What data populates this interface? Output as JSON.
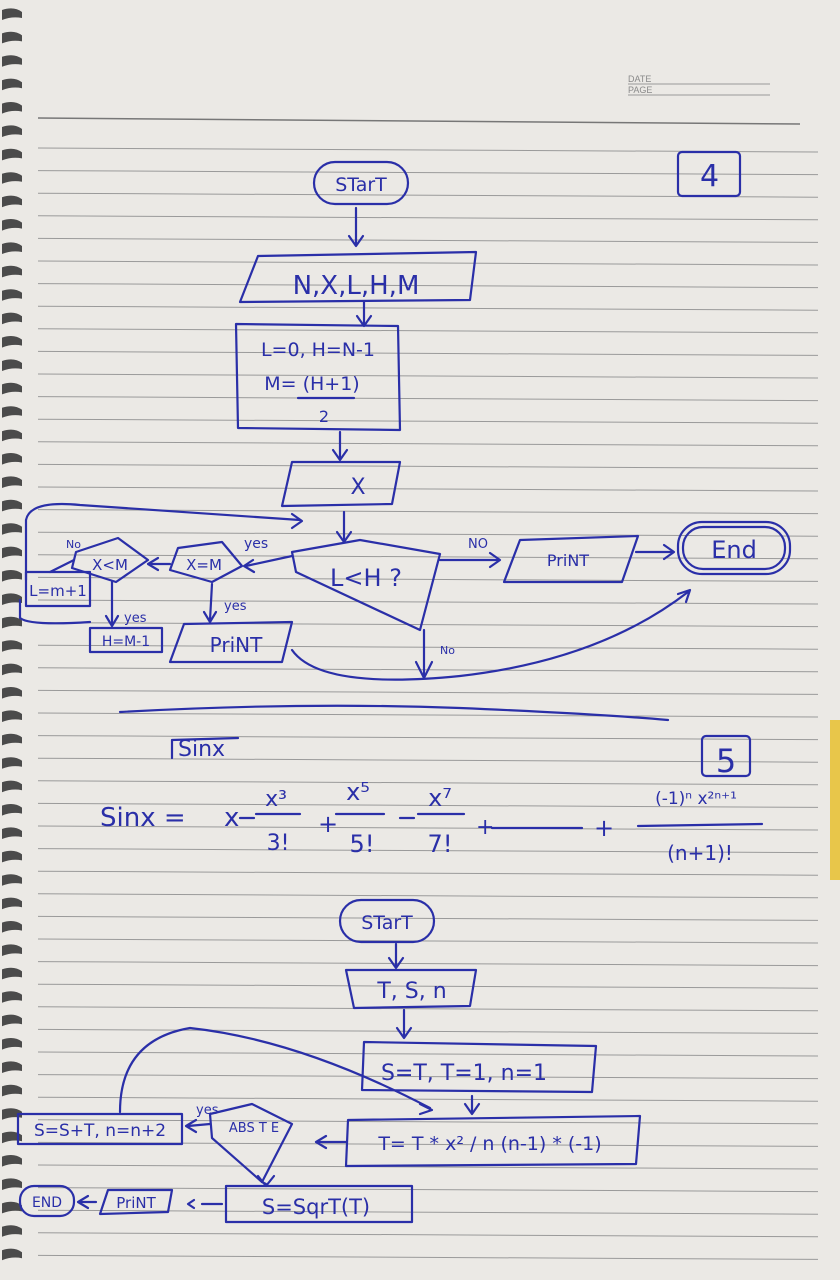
{
  "header": {
    "date_label": "DATE",
    "page_label": "PAGE"
  },
  "flowchart_4": {
    "number": "4",
    "start": "STarT",
    "input": "N,X,L,H,M",
    "init_line1": "L=0, H=N-1",
    "init_line2": "M= (H+1)",
    "init_line3": "2",
    "read": "X",
    "decision_main": "L<H ?",
    "no_label": "NO",
    "print_end": "PriNT",
    "end": "End",
    "decision_eq": "X=M",
    "decision_lt": "X<M",
    "yes_label_main": "yes",
    "yes_label_eq": "yes",
    "yes_label_lt": "yes",
    "no_label_lt": "No",
    "assign_l": "L=m+1",
    "assign_h": "H=M-1",
    "print_found": "PriNT",
    "no_bottom": "No"
  },
  "title_5": {
    "label": "Sinx",
    "number": "5"
  },
  "formula": {
    "lhs": "Sinx =",
    "x": "x",
    "t1_num": "x³",
    "t1_den": "3!",
    "t2_num": "x⁵",
    "t2_den": "5!",
    "t3_num": "x⁷",
    "t3_den": "7!",
    "tn_num": "(-1)ⁿ x²ⁿ⁺¹",
    "tn_den": "(n+1)!"
  },
  "flowchart_5": {
    "start": "STarT",
    "input": "T, S, n",
    "init": "S=T, T=1, n=1",
    "assign_s": "S=S+T, n=n+2",
    "yes_label": "yes",
    "decision": "ABS T E",
    "update": "T= T * x² / n (n-1) * (-1)",
    "sqrt": "S=SqrT(T)",
    "print": "PriNT",
    "end": "END"
  }
}
